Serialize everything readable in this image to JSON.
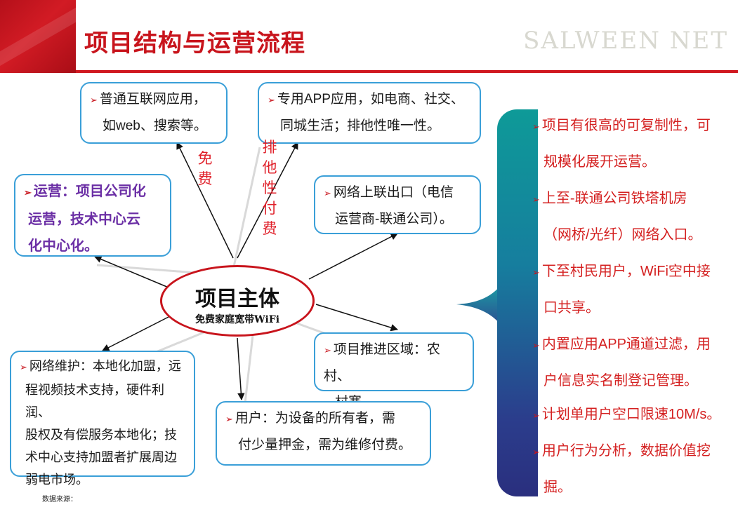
{
  "header": {
    "title": "项目结构与运营流程",
    "brand": "SALWEEN NET"
  },
  "center": {
    "title": "项目主体",
    "subtitle": "免费家庭宽带WiFi"
  },
  "nodes": {
    "internet": [
      "普通互联网应用，",
      "如web、搜索等。"
    ],
    "app": [
      "专用APP应用，如电商、社交、",
      "同城生活；排他性唯一性。"
    ],
    "operation": [
      "运营：项目公司化",
      "运营，技术中心云",
      "化中心化。"
    ],
    "uplink": [
      "网络上联出口（电信",
      "运营商-联通公司）。"
    ],
    "region": [
      "项目推进区域：农村、",
      "村寨。"
    ],
    "maintenance": [
      "网络维护：本地化加盟，远",
      "程视频技术支持，硬件利润、",
      "股权及有偿服务本地化；技",
      "术中心支持加盟者扩展周边",
      "弱电市场。"
    ],
    "user": [
      "用户：为设备的所有者，需",
      "付少量押金，需为维修付费。"
    ]
  },
  "labels": {
    "free": "免费",
    "exclusive_paid": "排他性付费"
  },
  "right_panel": {
    "lines": [
      {
        "bullet": true,
        "text": "项目有很高的可复制性，可"
      },
      {
        "bullet": false,
        "text": "规模化展开运营。"
      },
      {
        "bullet": true,
        "text": "上至-联通公司铁塔机房"
      },
      {
        "bullet": false,
        "text": "（网桥/光纤）网络入口。"
      },
      {
        "bullet": true,
        "text": "下至村民用户，WiFi空中接"
      },
      {
        "bullet": false,
        "text": "口共享。"
      },
      {
        "bullet": true,
        "text": "内置应用APP通道过滤，用"
      },
      {
        "bullet": false,
        "text": "户信息实名制登记管理。"
      },
      {
        "bullet": true,
        "text": "计划单用户空口限速10M/s。"
      },
      {
        "bullet": true,
        "text": "用户行为分析，数据价值挖"
      },
      {
        "bullet": false,
        "text": "掘。"
      }
    ]
  },
  "footer": {
    "source": "数据来源："
  },
  "colors": {
    "accent_red": "#c8141c",
    "box_border": "#3a9fd8",
    "purple_text": "#6b2fa5",
    "brace_top": "#0e9a98",
    "brace_bottom": "#2a2f7e"
  }
}
